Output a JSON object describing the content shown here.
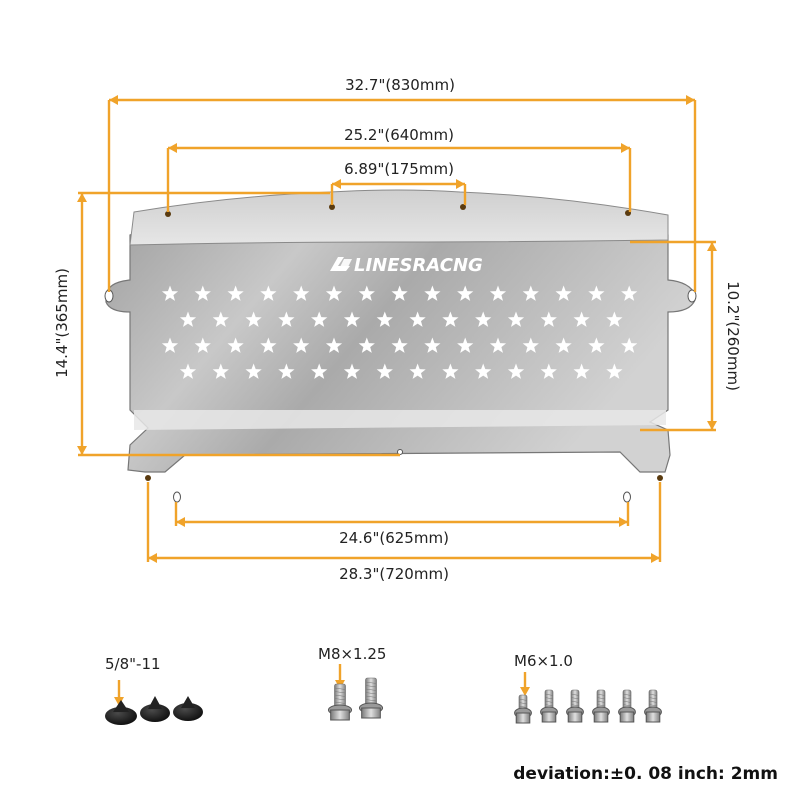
{
  "brand": {
    "logo_text": "LINESRACNG"
  },
  "dimensions": {
    "overall_width": "32.7\"(830mm)",
    "outer_hole_spacing": "25.2\"(640mm)",
    "center_hole_spacing": "6.89\"(175mm)",
    "overall_height": "14.4\"(365mm)",
    "plate_height": "10.2\"(260mm)",
    "lower_hole_spacing": "24.6\"(625mm)",
    "lower_overall_width": "28.3\"(720mm)"
  },
  "hardware": {
    "screws_label": "5/8\"-11",
    "m8_label": "M8×1.25",
    "m6_label": "M6×1.0"
  },
  "footer": {
    "deviation_note": "deviation:±0. 08 inch: 2mm"
  },
  "colors": {
    "dimension_line": "#f0a32a",
    "plate_light": "#d9d9d9",
    "plate_dark": "#8f8f8f"
  },
  "icons": [
    "star-cutout-icon",
    "linesracing-logo-icon",
    "black-screw-icon",
    "m8-bolt-icon",
    "m6-bolt-icon"
  ]
}
